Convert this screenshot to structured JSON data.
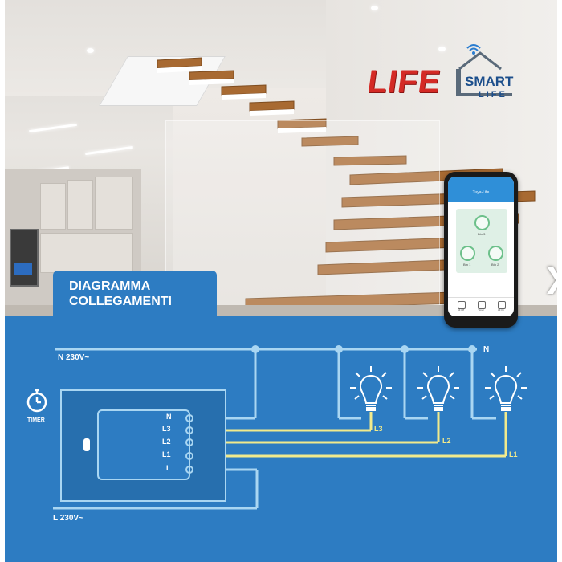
{
  "brand": {
    "life_logo": "LIFE",
    "smart_word": "SMART",
    "smart_sub": "LIFE"
  },
  "phone": {
    "title": "Tuya-Life",
    "buttons": [
      "Btn 3",
      "Btn 1",
      "Btn 2"
    ],
    "nav": [
      "All Off",
      "Timer",
      "All On"
    ]
  },
  "section_title": {
    "line1": "DIAGRAMMA",
    "line2": "COLLEGAMENTI"
  },
  "diagram": {
    "neutral_supply": "N  230V~",
    "live_supply": "L  230V~",
    "neutral_node": "N",
    "timer_label": "TIMER",
    "terminals": [
      "N",
      "L3",
      "L2",
      "L1",
      "L"
    ],
    "lamp_labels": [
      "L3",
      "L2",
      "L1"
    ]
  },
  "colors": {
    "panel": "#2d7cc2",
    "wire_light": "#a9d6f2",
    "wire_yellow": "#f1ea8c",
    "switch_box": "#276fae"
  },
  "icons": [
    "stopwatch-icon",
    "bulb-icon",
    "wifi-icon",
    "chevron-right-icon"
  ]
}
